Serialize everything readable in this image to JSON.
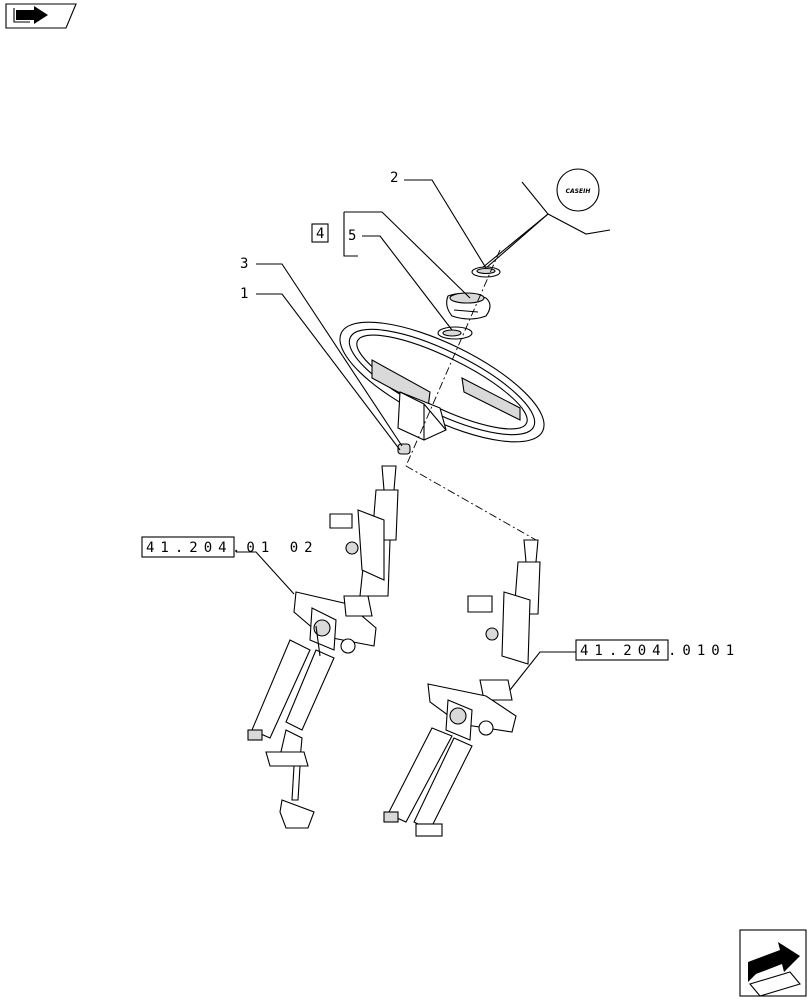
{
  "callouts": [
    {
      "id": "1",
      "label": "1"
    },
    {
      "id": "2",
      "label": "2"
    },
    {
      "id": "3",
      "label": "3"
    },
    {
      "id": "4",
      "label": "4"
    },
    {
      "id": "5",
      "label": "5"
    }
  ],
  "references": {
    "left": {
      "boxed": "41.204",
      "rest": ".01 02"
    },
    "right": {
      "boxed": "41.204",
      "rest": ".0101"
    }
  },
  "badge": {
    "text": "CASEIH"
  },
  "icons": {
    "top_left": "open-book-arrow-icon",
    "bottom_right": "next-page-arrow-icon"
  }
}
